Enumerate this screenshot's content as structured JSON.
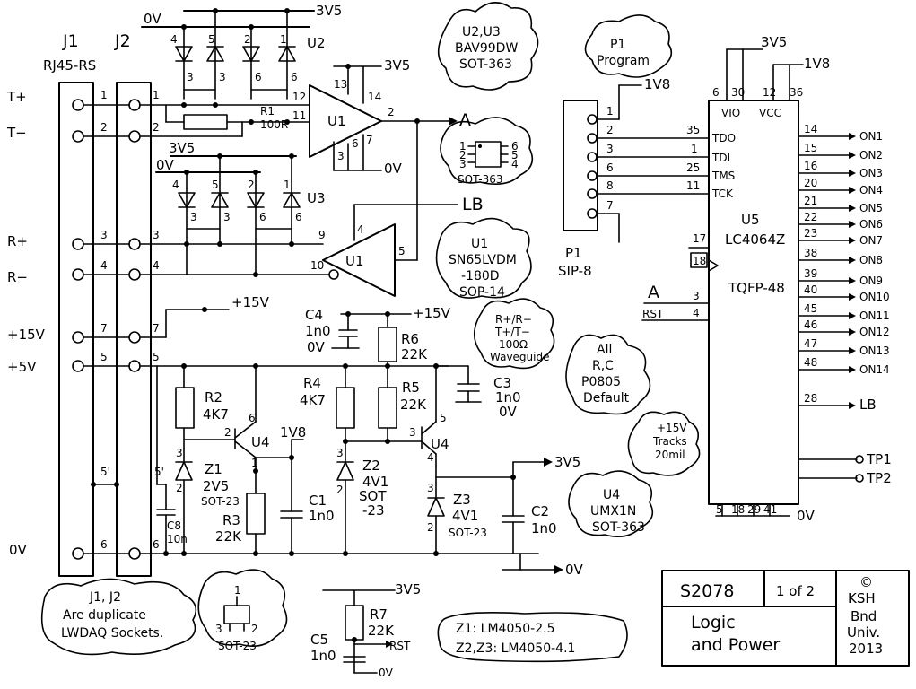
{
  "connectors": {
    "j1": "J1",
    "j2": "J2",
    "type": "RJ45-RS",
    "signals": [
      "T+",
      "T−",
      "R+",
      "R−",
      "+15V",
      "+5V",
      "0V"
    ],
    "pins": [
      "1",
      "2",
      "3",
      "4",
      "7",
      "5",
      "5'",
      "6"
    ],
    "note": [
      "J1, J2",
      "Are duplicate",
      "LWDAQ Sockets."
    ]
  },
  "diodes_top": {
    "rail_low": "0V",
    "rail_high": "3V5",
    "pins": [
      "4",
      "5",
      "2",
      "1",
      "3",
      "3",
      "6",
      "6"
    ],
    "ref": "U2"
  },
  "diodes_mid": {
    "rail_low": "0V",
    "rail_high": "3V5",
    "pins": [
      "4",
      "5",
      "2",
      "1",
      "3",
      "3",
      "6",
      "6"
    ],
    "ref": "U3"
  },
  "resistor_r1": {
    "ref": "R1",
    "value": "100R"
  },
  "u1_driver": {
    "ref": "U1",
    "pins": [
      "13",
      "12",
      "11",
      "14",
      "2",
      "3",
      "6",
      "7"
    ],
    "supply": "3V5",
    "ground": "0V",
    "output": "A"
  },
  "u1_receiver": {
    "ref": "U1",
    "pins": [
      "4",
      "9",
      "10",
      "5"
    ],
    "enable": "LB"
  },
  "clouds": {
    "u2u3": [
      "U2,U3",
      "BAV99DW",
      "SOT-363"
    ],
    "p1": [
      "P1",
      "Program"
    ],
    "sot363_pins": [
      "1",
      "2",
      "3",
      "6",
      "5",
      "4"
    ],
    "sot363_label": "SOT-363",
    "u1": [
      "U1",
      "SN65LVDM",
      "-180D",
      "SOP-14"
    ],
    "waveguide": [
      "R+/R−",
      "T+/T−",
      "100Ω",
      "Waveguide"
    ],
    "all_rc": [
      "All",
      "R,C",
      "P0805",
      "Default"
    ],
    "tracks": [
      "+15V",
      "Tracks",
      "20mil"
    ],
    "u4": [
      "U4",
      "UMX1N",
      "SOT-363"
    ],
    "sot23_pins": [
      "1",
      "3",
      "2"
    ],
    "sot23_label": "SOT-23"
  },
  "p1_header": {
    "ref": "P1",
    "type": "SIP-8",
    "supply": "1V8",
    "pins": [
      "1",
      "2",
      "3",
      "6",
      "8",
      "7"
    ],
    "cpld_pins": [
      "35",
      "1",
      "25",
      "11"
    ]
  },
  "u5": {
    "ref": "U5",
    "part": "LC4064Z",
    "package": "TQFP-48",
    "rail_3v5": "3V5",
    "rail_1v8": "1V8",
    "top_pins": [
      "6",
      "30",
      "12",
      "36"
    ],
    "vio": "VIO",
    "vcc": "VCC",
    "left_labels": [
      "TDO",
      "TDI",
      "TMS",
      "TCK"
    ],
    "left_pins": [
      "17",
      "18",
      "3",
      "4"
    ],
    "inputs": [
      "A",
      "RST"
    ],
    "outputs": [
      {
        "pin": "14",
        "net": "ON1"
      },
      {
        "pin": "15",
        "net": "ON2"
      },
      {
        "pin": "16",
        "net": "ON3"
      },
      {
        "pin": "20",
        "net": "ON4"
      },
      {
        "pin": "21",
        "net": "ON5"
      },
      {
        "pin": "22",
        "net": "ON6"
      },
      {
        "pin": "23",
        "net": "ON7"
      },
      {
        "pin": "38",
        "net": "ON8"
      },
      {
        "pin": "39",
        "net": "ON9"
      },
      {
        "pin": "40",
        "net": "ON10"
      },
      {
        "pin": "45",
        "net": "ON11"
      },
      {
        "pin": "46",
        "net": "ON12"
      },
      {
        "pin": "47",
        "net": "ON13"
      },
      {
        "pin": "48",
        "net": "ON14"
      },
      {
        "pin": "28",
        "net": "LB"
      }
    ],
    "test_points": [
      "TP1",
      "TP2"
    ],
    "bottom_pins": [
      "5",
      "18",
      "29",
      "41"
    ],
    "ground": "0V"
  },
  "power": {
    "plus15": "+15V",
    "c4": {
      "ref": "C4",
      "value": "1n0",
      "gnd": "0V"
    },
    "r6": {
      "ref": "R6",
      "value": "22K"
    },
    "r2": {
      "ref": "R2",
      "value": "4K7"
    },
    "r4": {
      "ref": "R4",
      "value": "4K7"
    },
    "r5": {
      "ref": "R5",
      "value": "22K"
    },
    "c3": {
      "ref": "C3",
      "value": "1n0",
      "gnd": "0V"
    },
    "u4a": {
      "ref": "U4",
      "pins": [
        "6",
        "1",
        "2"
      ]
    },
    "u4b": {
      "ref": "U4",
      "pins": [
        "5",
        "3",
        "4"
      ]
    },
    "z1": {
      "ref": "Z1",
      "value": "2V5",
      "pkg": "SOT-23",
      "pins": [
        "3",
        "2"
      ]
    },
    "z2": {
      "ref": "Z2",
      "value": "4V1",
      "pkg": "SOT",
      "pkg2": "-23",
      "pins": [
        "3",
        "2"
      ]
    },
    "z3": {
      "ref": "Z3",
      "value": "4V1",
      "pkg": "SOT-23",
      "pins": [
        "3",
        "2"
      ]
    },
    "r3": {
      "ref": "R3",
      "value": "22K"
    },
    "c1": {
      "ref": "C1",
      "value": "1n0"
    },
    "c2": {
      "ref": "C2",
      "value": "1n0"
    },
    "c8": {
      "ref": "C8",
      "value": "10n"
    },
    "out_1v8": "1V8",
    "out_3v5": "3V5",
    "gnd": "0V"
  },
  "reset": {
    "rail": "3V5",
    "r7": {
      "ref": "R7",
      "value": "22K"
    },
    "c5": {
      "ref": "C5",
      "value": "1n0"
    },
    "rst": "RST",
    "gnd": "0V"
  },
  "zener_note": [
    "Z1: LM4050-2.5",
    "Z2,Z3: LM4050-4.1"
  ],
  "title_block": {
    "number": "S2078",
    "sheet": "1 of 2",
    "title": [
      "Logic",
      "and Power"
    ],
    "author": "KSH",
    "copyright": "©",
    "org": [
      "Bnd",
      "Univ.",
      "2013"
    ]
  }
}
